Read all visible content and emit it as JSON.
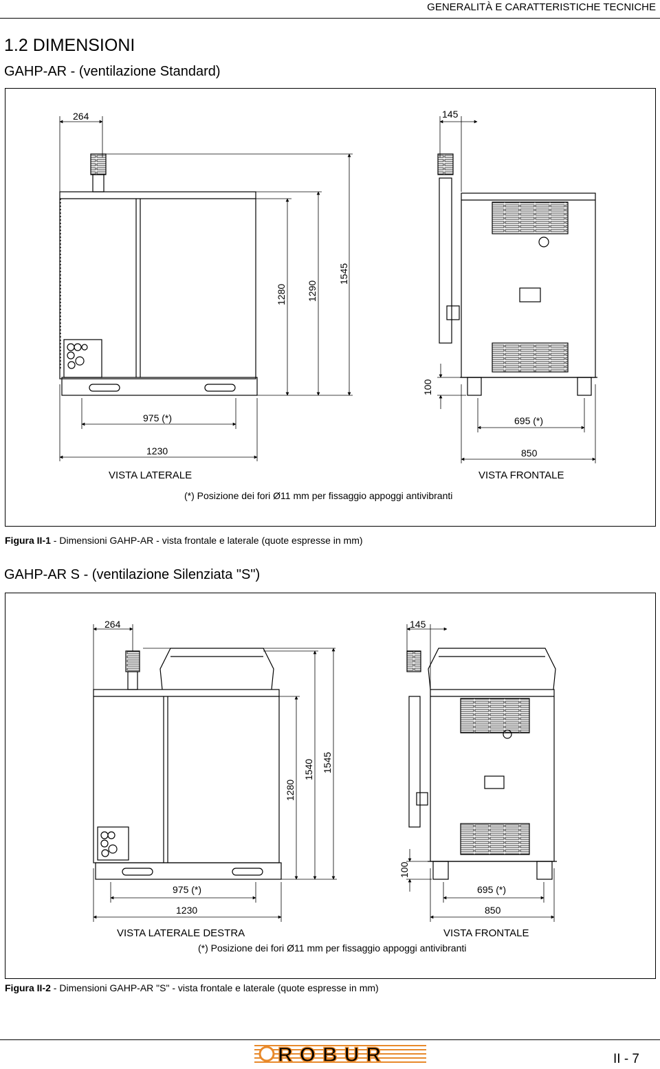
{
  "header": {
    "title": "GENERALITÀ E CARATTERISTICHE TECNICHE"
  },
  "section": {
    "title": "1.2 DIMENSIONI",
    "subtitle_1": "GAHP-AR - (ventilazione Standard)",
    "subtitle_2": "GAHP-AR S - (ventilazione Silenziata \"S\")"
  },
  "figure1": {
    "dims": {
      "top_left": "264",
      "top_right": "145",
      "h1": "1280",
      "h2": "1290",
      "h3": "1545",
      "base": "100",
      "foot_side": "975 (*)",
      "foot_front": "695 (*)",
      "width_side": "1230",
      "width_front": "850"
    },
    "view_side": "VISTA LATERALE",
    "view_front": "VISTA FRONTALE",
    "note": "(*) Posizione dei fori Ø11 mm per fissaggio appoggi antivibranti",
    "caption_label": "Figura II-1",
    "caption_text": " - Dimensioni GAHP-AR - vista frontale e laterale (quote espresse in mm)"
  },
  "figure2": {
    "dims": {
      "top_left": "264",
      "top_right": "145",
      "h1": "1280",
      "h2": "1540",
      "h3": "1545",
      "base": "100",
      "foot_side": "975 (*)",
      "foot_front": "695 (*)",
      "width_side": "1230",
      "width_front": "850"
    },
    "view_side": "VISTA LATERALE DESTRA",
    "view_front": "VISTA FRONTALE",
    "note": "(*) Posizione dei fori Ø11 mm per fissaggio appoggi antivibranti",
    "caption_label": "Figura II-2",
    "caption_text": " - Dimensioni GAHP-AR \"S\" - vista frontale e laterale (quote espresse in mm)"
  },
  "footer": {
    "logo_text": "ROBUR",
    "page": "II - 7"
  },
  "colors": {
    "logo": "#e8892a",
    "line": "#000000"
  }
}
